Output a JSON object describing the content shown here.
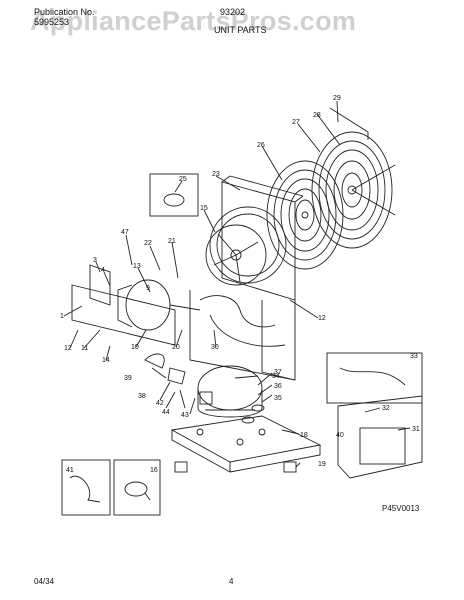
{
  "header": {
    "publication_label": "Publication No.",
    "publication_no": "5995253",
    "model": "93202",
    "section_title": "UNIT PARTS"
  },
  "watermark": "AppliancePartsPros.com",
  "callouts": [
    "29",
    "27",
    "28",
    "26",
    "25",
    "23",
    "15",
    "47",
    "22",
    "21",
    "13",
    "3",
    "4",
    "1",
    "9",
    "12",
    "11",
    "14",
    "10",
    "20",
    "30",
    "12",
    "33",
    "34",
    "39",
    "38",
    "42",
    "44",
    "43",
    "37",
    "36",
    "35",
    "18",
    "32",
    "31",
    "40",
    "41",
    "16",
    "19"
  ],
  "diagram_code": "P45V0013",
  "footer": {
    "date": "04/34",
    "page": "4"
  }
}
